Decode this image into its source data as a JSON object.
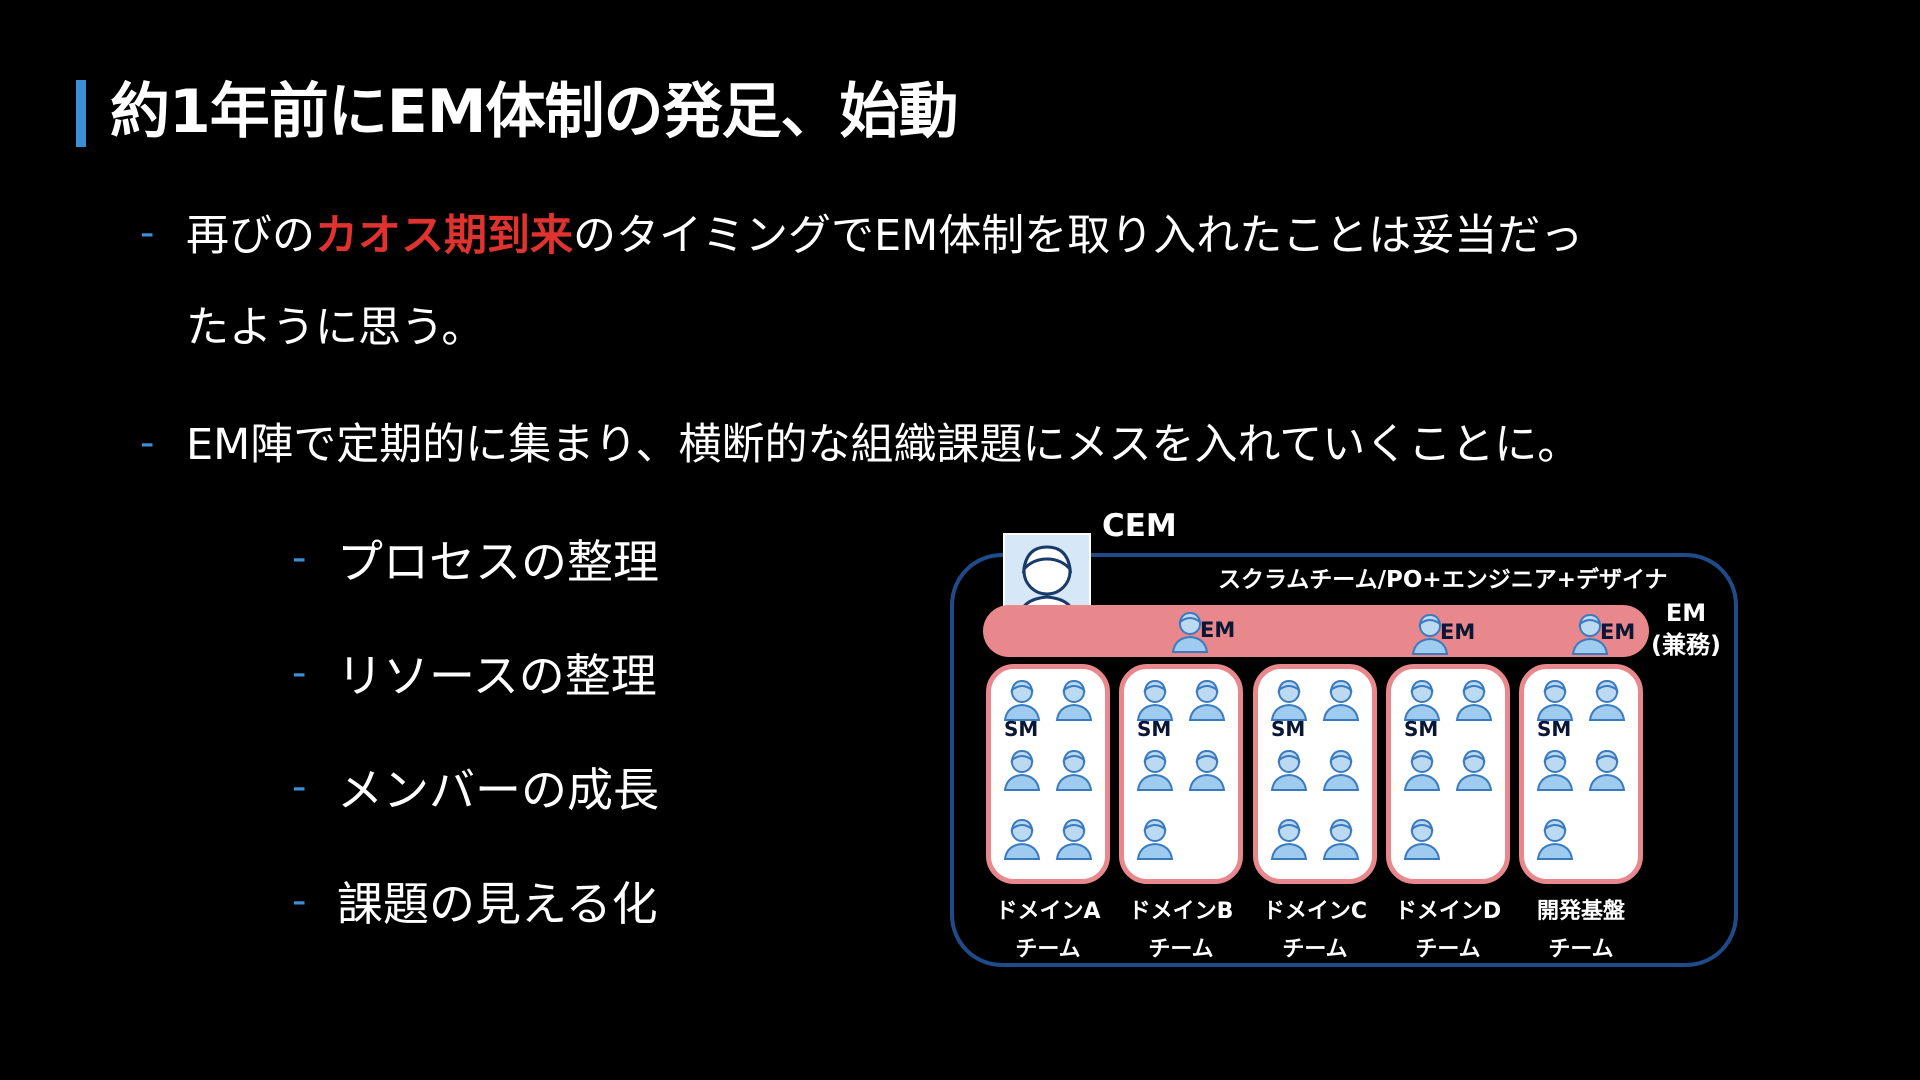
{
  "title": "約1年前にEM体制の発足、始動",
  "bullets": {
    "b1_prefix": "再びの",
    "b1_highlight": "カオス期到来",
    "b1_rest": "のタイミングでEM体制を取り入れたことは妥当だっ",
    "b1_line2": "たように思う。",
    "b2": "EM陣で定期的に集まり、横断的な組織課題にメスを入れていくことに。",
    "dash": "-"
  },
  "sub_items": [
    "プロセスの整理",
    "リソースの整理",
    "メンバーの成長",
    "課題の見える化"
  ],
  "diagram": {
    "cem_label": "CEM",
    "frame_caption": "スクラムチーム/PO+エンジニア+デザイナ",
    "em_tag": "EM",
    "em_side_line1": "EM",
    "em_side_line2": "(兼務)",
    "sm_label": "SM",
    "teams": [
      {
        "line1": "ドメインA",
        "line2": "チーム"
      },
      {
        "line1": "ドメインB",
        "line2": "チーム"
      },
      {
        "line1": "ドメインC",
        "line2": "チーム"
      },
      {
        "line1": "ドメインD",
        "line2": "チーム"
      },
      {
        "line1": "開発基盤",
        "line2": "チーム"
      }
    ]
  },
  "colors": {
    "accent_blue": "#3a8fd6",
    "highlight_red": "#e0322f",
    "em_bar_pink": "#e8878c",
    "frame_navy": "#1f4b8a",
    "person_fill": "#9ecbee"
  },
  "icons": [
    "person-icon"
  ]
}
